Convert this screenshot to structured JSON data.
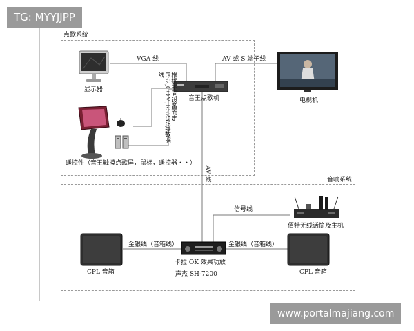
{
  "watermarks": {
    "top_left": "TG: MYYJJPP",
    "bottom_right": "www.portalmajiang.com"
  },
  "zones": {
    "song_system": "点歌系统",
    "sound_system": "音响系统"
  },
  "devices": {
    "monitor": "显示器",
    "song_player": "音王点歌机",
    "tv": "电视机",
    "remote": "遥控件（音王触摸点歌屏，鼠标，遥控器・・）",
    "wireless_mic": "佰特无线话筒及主机",
    "amplifier_line1": "卡拉 OK 效果功放",
    "amplifier_line2": "声杰 SH-7200",
    "speaker_left": "CPL 音箱",
    "speaker_right": "CPL 音箱"
  },
  "connections": {
    "vga": "VGA 线",
    "av_or_s": "AV 或 S 端子线",
    "control_cable": "根据不同设备而定 PS2,COM,RS232等数据线",
    "av": "AV 线",
    "signal": "信号线",
    "speaker_cable_left": "金银线（音箱线）",
    "speaker_cable_right": "金银线（音箱线）"
  },
  "colors": {
    "wire": "#7a7a7a",
    "zone_border": "#9a9a9a",
    "watermark_bg": "#9a9a9a"
  }
}
